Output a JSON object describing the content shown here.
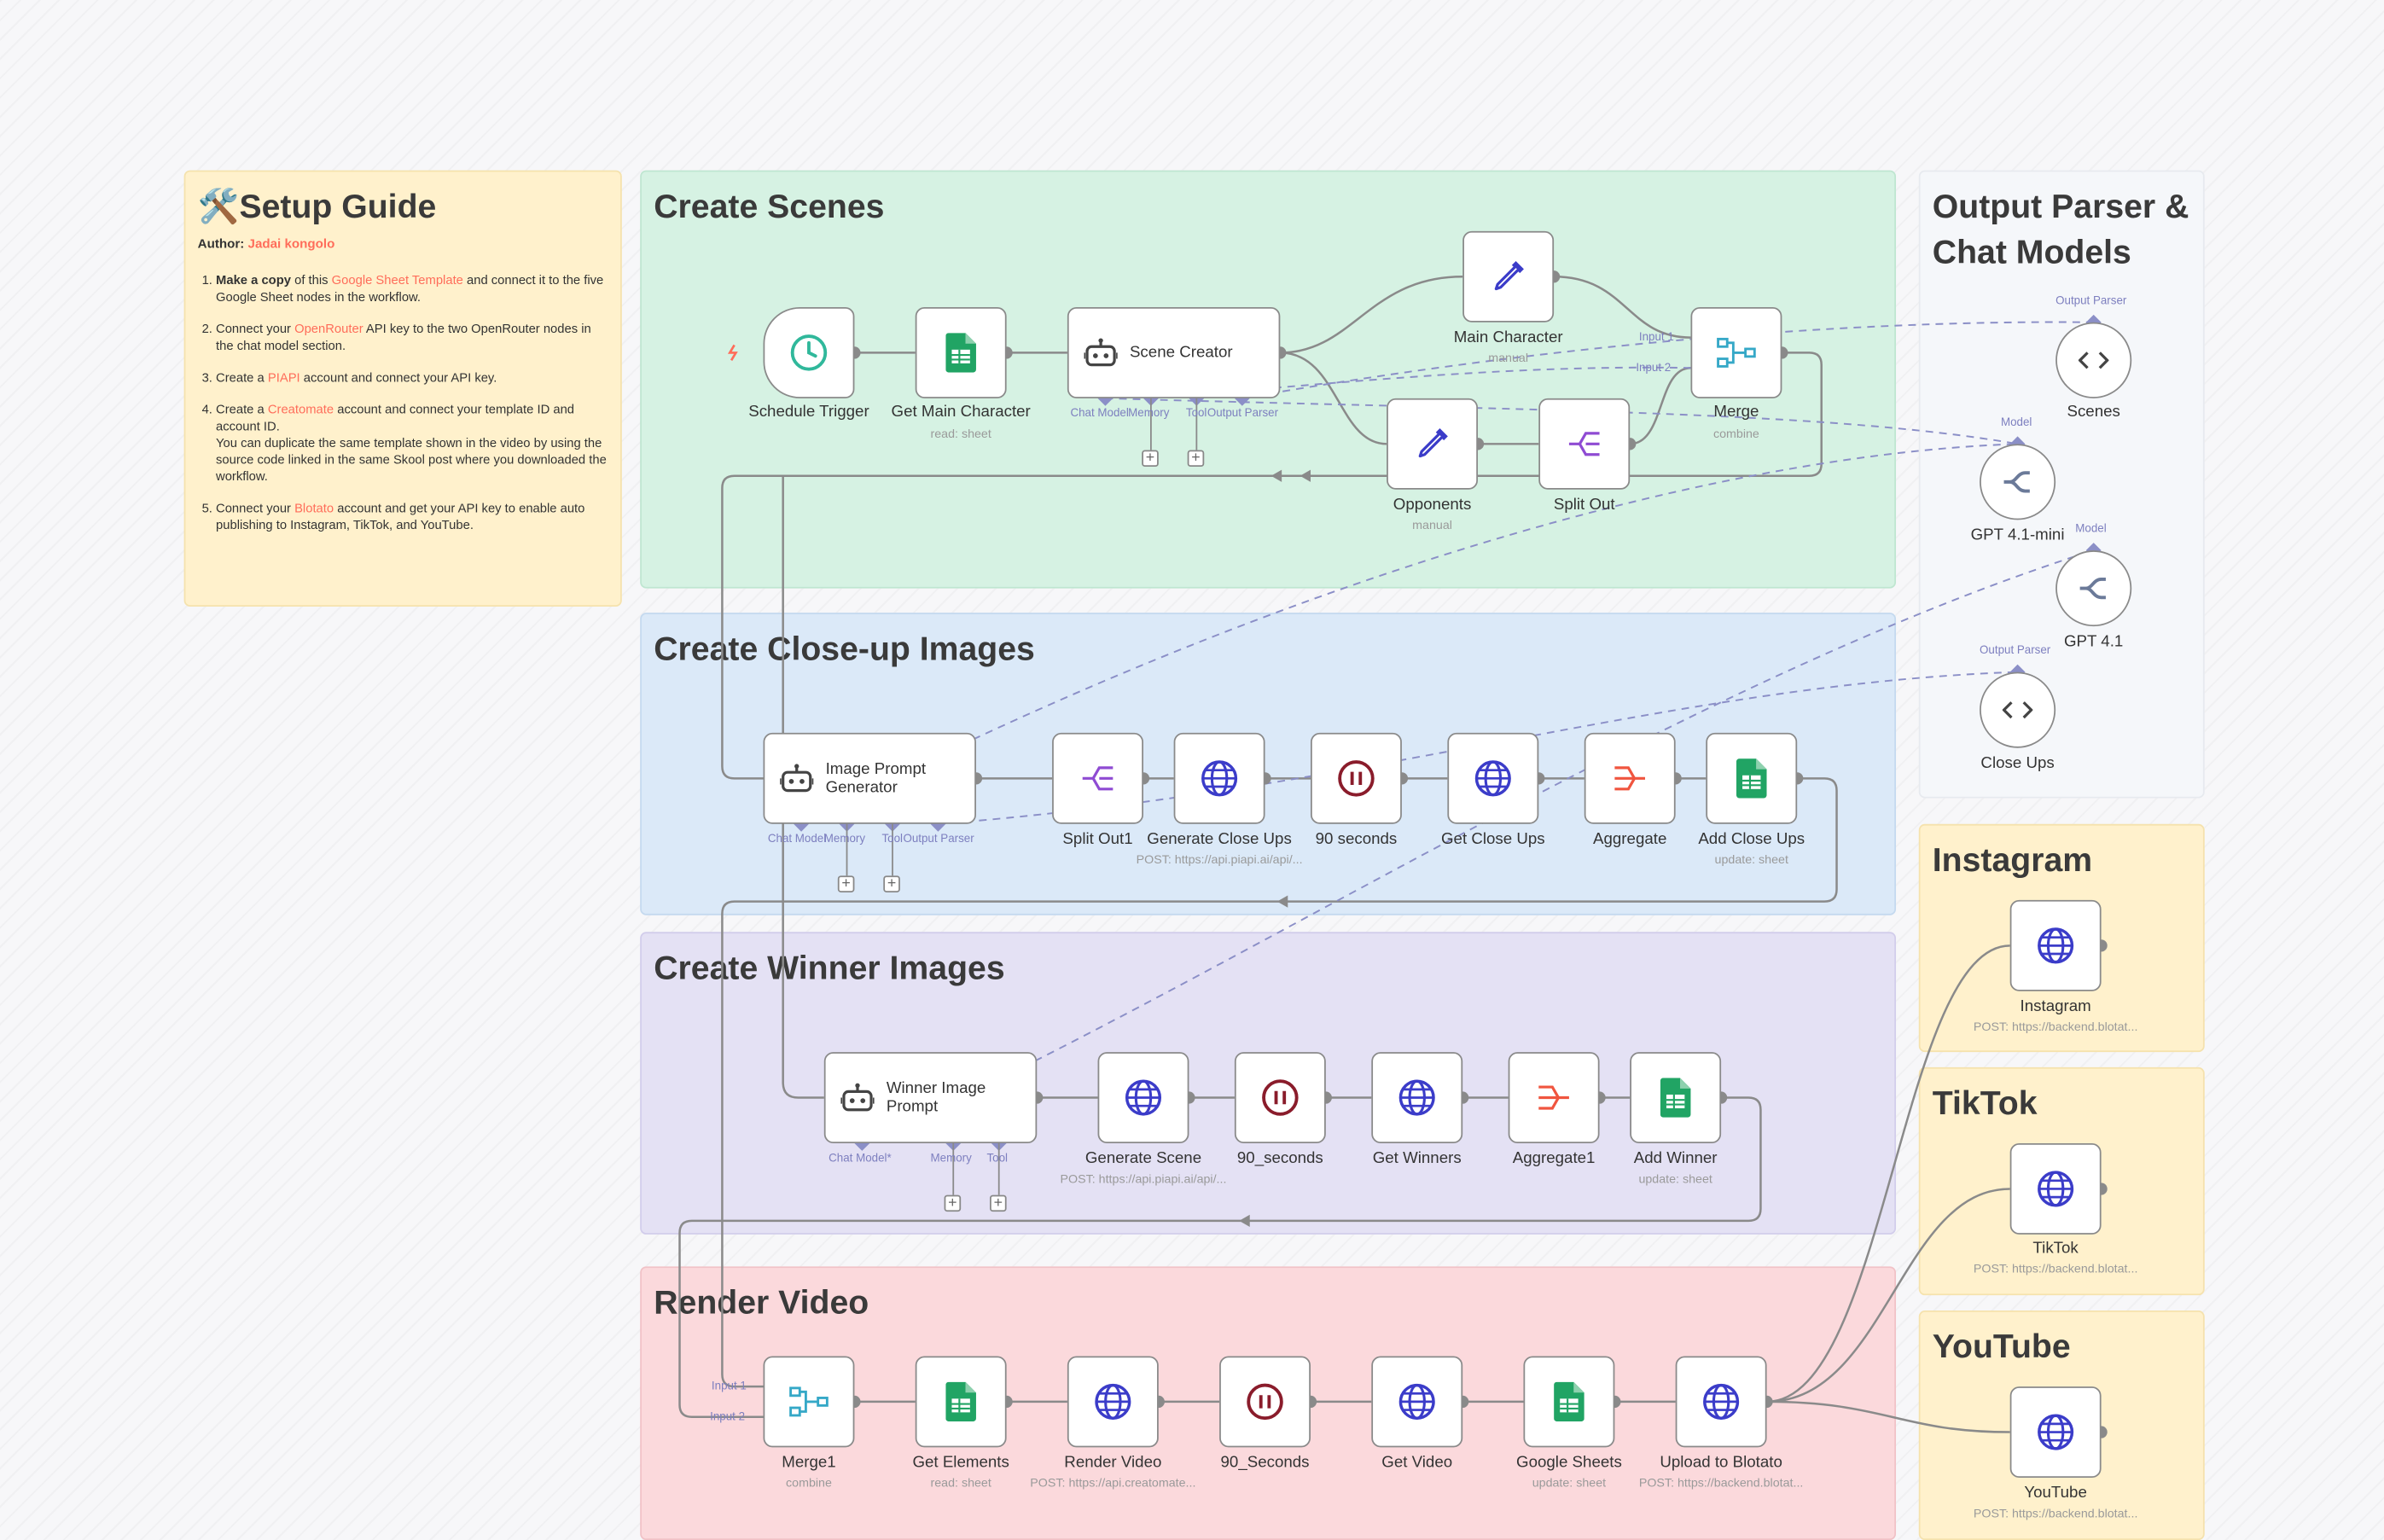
{
  "setup_guide": {
    "title": "🛠️Setup Guide",
    "author_prefix": "Author: ",
    "author_name": "Jadai kongolo",
    "steps": [
      {
        "bold": "Make a copy",
        "pre": " of this ",
        "link": "Google Sheet Template",
        "post": " and connect it to the five Google Sheet nodes in the workflow."
      },
      {
        "pre": "Connect your ",
        "link": "OpenRouter",
        "post": " API key to the two OpenRouter nodes in the chat model section."
      },
      {
        "pre": "Create a ",
        "link": "PIAPI",
        "post": " account and connect your API key."
      },
      {
        "pre": "Create a ",
        "link": "Creatomate",
        "post": " account and connect your template ID and account ID.",
        "extra": "You can duplicate the same template shown in the video by using the source code linked in the same Skool post where you downloaded the workflow."
      },
      {
        "pre": "Connect your ",
        "link": "Blotato",
        "post": " account and get your API key to enable auto publishing to Instagram, TikTok, and YouTube."
      }
    ]
  },
  "groups": {
    "scenes": "Create Scenes",
    "closeups": "Create Close-up Images",
    "winners": "Create Winner Images",
    "render": "Render Video",
    "parsers": "Output Parser & Chat Models",
    "instagram": "Instagram",
    "tiktok": "TikTok",
    "youtube": "YouTube"
  },
  "nodes": {
    "schedule_trigger": {
      "label": "Schedule Trigger"
    },
    "get_main_character": {
      "label": "Get Main Character",
      "sub": "read: sheet"
    },
    "scene_creator": {
      "label": "Scene Creator"
    },
    "main_character": {
      "label": "Main Character",
      "sub": "manual"
    },
    "opponents": {
      "label": "Opponents",
      "sub": "manual"
    },
    "split_out": {
      "label": "Split Out"
    },
    "merge": {
      "label": "Merge",
      "sub": "combine"
    },
    "scenes_parser": {
      "label": "Scenes"
    },
    "gpt41mini": {
      "label": "GPT 4.1-mini"
    },
    "gpt41": {
      "label": "GPT 4.1"
    },
    "closeups_parser": {
      "label": "Close Ups"
    },
    "image_prompt_generator": {
      "label": "Image Prompt Generator"
    },
    "split_out1": {
      "label": "Split Out1"
    },
    "generate_close_ups": {
      "label": "Generate Close Ups",
      "sub": "POST: https://api.piapi.ai/api/..."
    },
    "wait_90": {
      "label": "90 seconds"
    },
    "get_close_ups": {
      "label": "Get Close Ups"
    },
    "aggregate": {
      "label": "Aggregate"
    },
    "add_close_ups": {
      "label": "Add Close Ups",
      "sub": "update: sheet"
    },
    "winner_image_prompt": {
      "label": "Winner Image Prompt"
    },
    "generate_scene": {
      "label": "Generate Scene",
      "sub": "POST: https://api.piapi.ai/api/..."
    },
    "wait_90_b": {
      "label": "90_seconds"
    },
    "get_winners": {
      "label": "Get Winners"
    },
    "aggregate1": {
      "label": "Aggregate1"
    },
    "add_winner": {
      "label": "Add Winner",
      "sub": "update: sheet"
    },
    "merge1": {
      "label": "Merge1",
      "sub": "combine"
    },
    "get_elements": {
      "label": "Get Elements",
      "sub": "read: sheet"
    },
    "render_video": {
      "label": "Render Video",
      "sub": "POST: https://api.creatomate..."
    },
    "wait_90_c": {
      "label": "90_Seconds"
    },
    "get_video": {
      "label": "Get Video"
    },
    "google_sheets": {
      "label": "Google Sheets",
      "sub": "update: sheet"
    },
    "upload_blotato": {
      "label": "Upload to Blotato",
      "sub": "POST: https://backend.blotat..."
    },
    "instagram": {
      "label": "Instagram",
      "sub": "POST: https://backend.blotat..."
    },
    "tiktok": {
      "label": "TikTok",
      "sub": "POST: https://backend.blotat..."
    },
    "youtube": {
      "label": "YouTube",
      "sub": "POST: https://backend.blotat..."
    }
  },
  "ports": {
    "chat_model": "Chat Model",
    "chat_model_req": "Chat Model*",
    "memory": "Memory",
    "tool": "Tool",
    "output_parser": "Output Parser",
    "model": "Model",
    "input1": "Input 1",
    "input2": "Input 2"
  },
  "colors": {
    "sheets_green": "#21a464",
    "http_blue": "#3b3cc9",
    "wait_red": "#8a1c2b",
    "split_purple": "#8f4bd3",
    "aggregate_orange": "#f0553f",
    "merge_teal": "#35a8c7",
    "trigger_teal": "#30b89b",
    "accent_link": "#ff6d5a"
  }
}
